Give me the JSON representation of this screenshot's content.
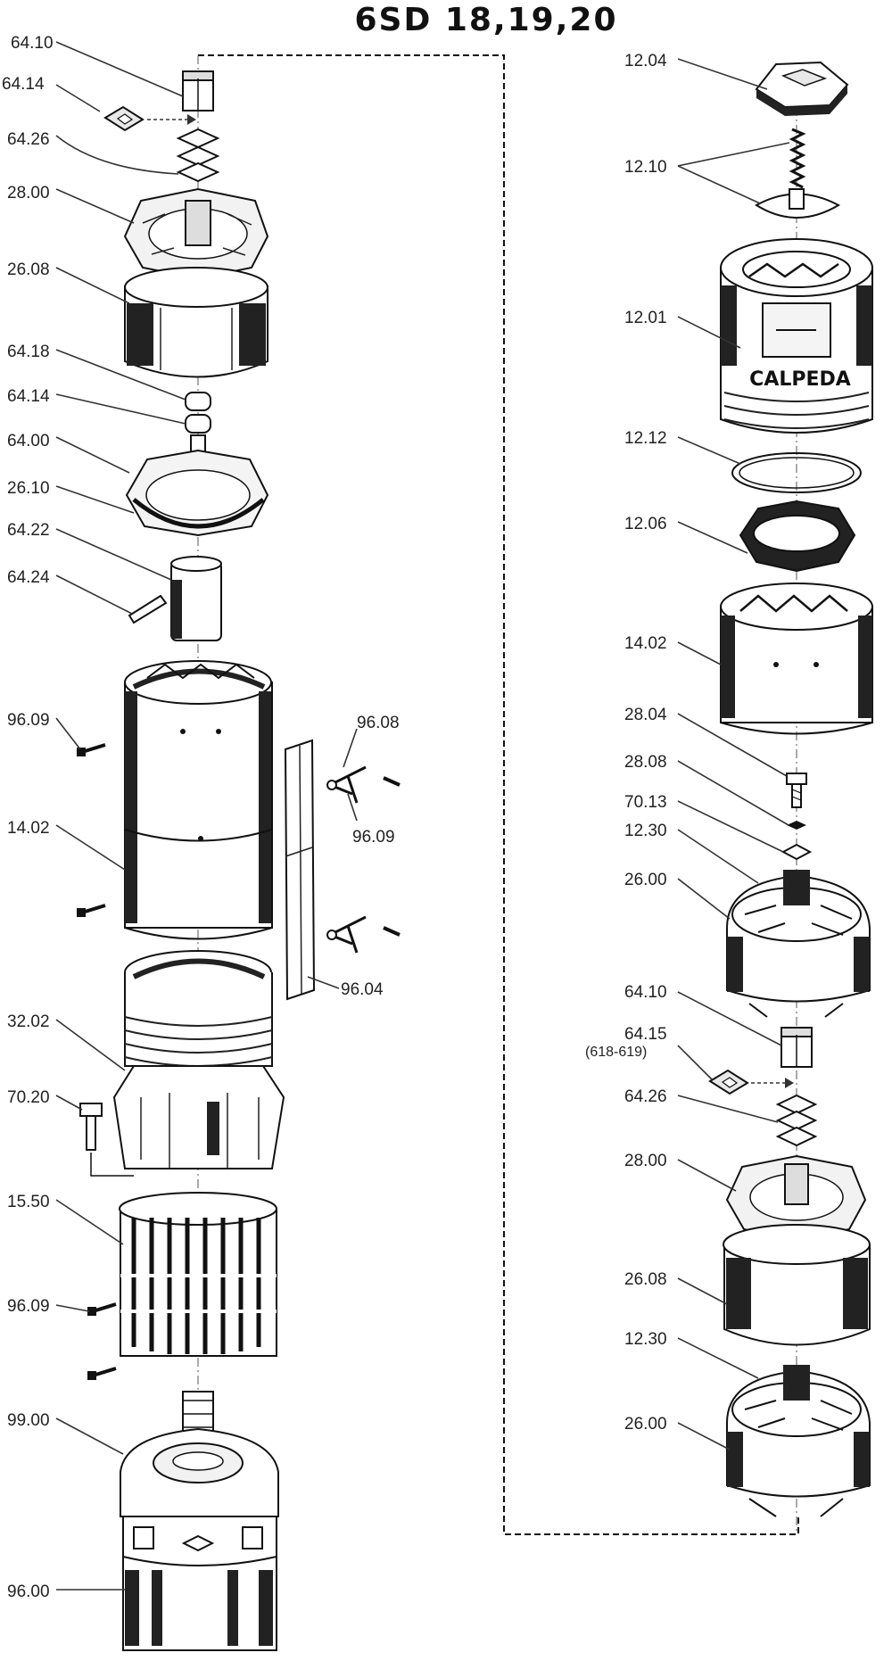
{
  "title": "6SD 18,19,20",
  "brand": "CALPEDA",
  "parts": {
    "p_64_10_a": "64.10",
    "p_64_14_a": "64.14",
    "p_64_26_a": "64.26",
    "p_28_00_a": "28.00",
    "p_26_08_a": "26.08",
    "p_64_18": "64.18",
    "p_64_14_b": "64.14",
    "p_64_00": "64.00",
    "p_26_10": "26.10",
    "p_64_22": "64.22",
    "p_64_24": "64.24",
    "p_96_09_a": "96.09",
    "p_96_08": "96.08",
    "p_96_09_b": "96.09",
    "p_14_02_a": "14.02",
    "p_96_04": "96.04",
    "p_32_02": "32.02",
    "p_70_20": "70.20",
    "p_15_50": "15.50",
    "p_96_09_c": "96.09",
    "p_99_00": "99.00",
    "p_96_00": "96.00",
    "p_12_04": "12.04",
    "p_12_10": "12.10",
    "p_12_01": "12.01",
    "p_12_12": "12.12",
    "p_12_06": "12.06",
    "p_14_02_b": "14.02",
    "p_28_04": "28.04",
    "p_28_08": "28.08",
    "p_70_13": "70.13",
    "p_12_30_a": "12.30",
    "p_26_00_a": "26.00",
    "p_64_10_b": "64.10",
    "p_64_15": "64.15",
    "p_64_15_note": "(618-619)",
    "p_64_26_b": "64.26",
    "p_28_00_b": "28.00",
    "p_26_08_b": "26.08",
    "p_12_30_b": "12.30",
    "p_26_00_b": "26.00"
  }
}
